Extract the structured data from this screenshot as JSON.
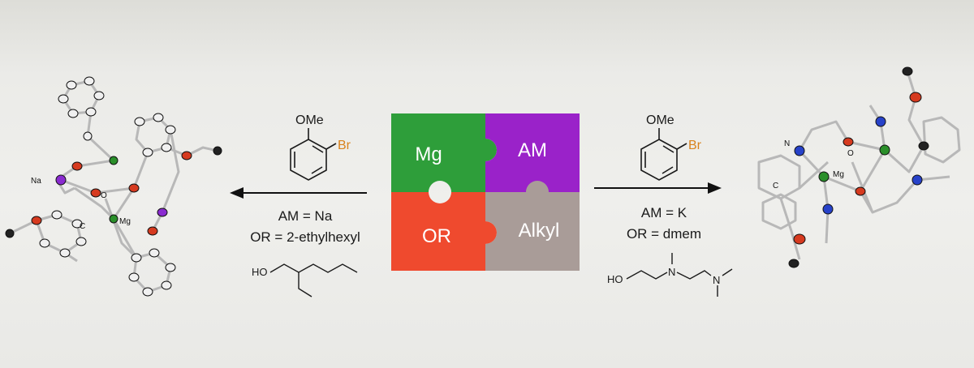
{
  "puzzle": {
    "pieces": [
      {
        "id": "mg",
        "label": "Mg",
        "color": "#2e9e3a"
      },
      {
        "id": "am",
        "label": "AM",
        "color": "#9a22c9"
      },
      {
        "id": "or",
        "label": "OR",
        "color": "#ef4a2e"
      },
      {
        "id": "alkyl",
        "label": "Alkyl",
        "color": "#a99c98"
      }
    ]
  },
  "left_reaction": {
    "reagent": {
      "substituent_top": "OMe",
      "substituent_side": "Br"
    },
    "conditions": [
      "AM = Na",
      "OR = 2-ethylhexyl"
    ],
    "alcohol_label": "HO"
  },
  "right_reaction": {
    "reagent": {
      "substituent_top": "OMe",
      "substituent_side": "Br"
    },
    "conditions": [
      "AM = K",
      "OR = dmem"
    ],
    "alcohol_labels": {
      "hydroxyl": "HO",
      "amine1": "N",
      "amine2": "N"
    }
  },
  "left_structure": {
    "atom_labels": {
      "sodium": "Na",
      "oxygen": "O",
      "carbon": "C",
      "magnesium": "Mg"
    }
  },
  "right_structure": {
    "atom_labels": {
      "nitrogen": "N",
      "oxygen": "O",
      "carbon": "C",
      "magnesium": "Mg"
    }
  },
  "colors": {
    "bromine": "#d9821c",
    "oxygen_atom": "#d63a1f",
    "nitrogen_atom": "#2742c9",
    "magnesium_atom": "#2a8f2a",
    "sodium_atom": "#8a2bd0",
    "carbon_atom": "#222222",
    "bond": "#b8b8b8"
  }
}
